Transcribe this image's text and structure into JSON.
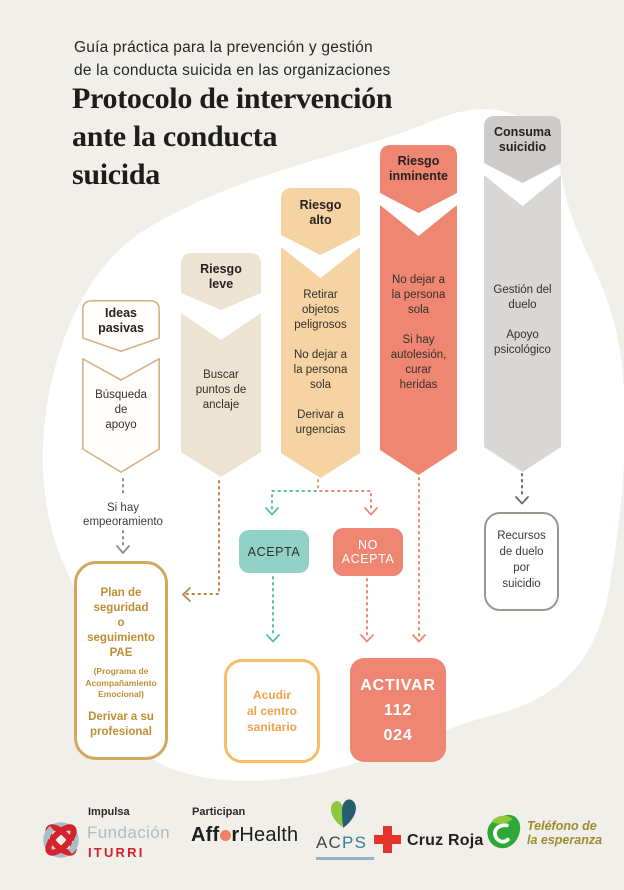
{
  "header": {
    "subtitle": "Guía práctica para la prevención y gestión\nde la conducta suicida en las organizaciones",
    "title": "Protocolo de intervención\nante la conducta\nsuicida"
  },
  "columns": [
    {
      "header": "Ideas\npasivas",
      "body": "Búsqueda\nde\napoyo"
    },
    {
      "header": "Riesgo\nleve",
      "body": "Buscar\npuntos de\nanclaje"
    },
    {
      "header": "Riesgo\nalto",
      "body": "Retirar\nobjetos\npeligrosos\n\nNo dejar a\nla persona\nsola\n\nDerivar a\nurgencias"
    },
    {
      "header": "Riesgo\ninminente",
      "body": "No dejar a\nla persona\nsola\n\nSi hay\nautolesión,\ncurar\nheridas"
    },
    {
      "header": "Consuma\nsuicidio",
      "body": "Gestión del\nduelo\n\nApoyo\npsicológico"
    }
  ],
  "flow": {
    "worsening_label": "Si hay\nempeoramiento",
    "plan_main": "Plan de\nseguridad\no\nseguimiento\nPAE",
    "plan_sub": "(Programa de\nAcompañamiento\nEmocional)",
    "plan_bottom": "Derivar a su\nprofesional",
    "accept": "ACEPTA",
    "no_accept": "NO\nACEPTA",
    "go_center": "Acudir\nal centro\nsanitario",
    "activate": "ACTIVAR\n112\n024",
    "grief_resources": "Recursos\nde duelo\npor\nsuicidio"
  },
  "footer": {
    "impulsa": "Impulsa",
    "fundacion": "Fundación",
    "iturri": "ITURRI",
    "participan": "Participan",
    "affor_part1": "Aff",
    "affor_part2": "r",
    "affor_health": "Health",
    "acps_ac": "AC",
    "acps_ps": "PS",
    "cruz_roja": "Cruz Roja",
    "telefono": "Teléfono de\nla esperanza"
  },
  "palette": {
    "page_bg": "#f1efea",
    "blob": "#ffffff",
    "ideas_outline": "#d6b285",
    "leve_fill": "#ece3d3",
    "alto_fill": "#f5d3a2",
    "inminente_fill": "#ee8672",
    "consuma_header": "#cccbc9",
    "consuma_body": "#d8d7d5",
    "acepta_bg": "#92d2c6",
    "no_acepta_bg": "#ef8673",
    "activar_bg": "#ef8673",
    "plan_border": "#d0a85e",
    "plan_text": "#bf8e34",
    "acudir_border": "#f6be6a",
    "acudir_text": "#f0a34e",
    "recursos_border": "#98978f",
    "dotted_gray": "#8c8c8c",
    "dotted_tan": "#b9854c",
    "dotted_teal": "#57bdae",
    "dotted_salmon": "#ef8673"
  }
}
